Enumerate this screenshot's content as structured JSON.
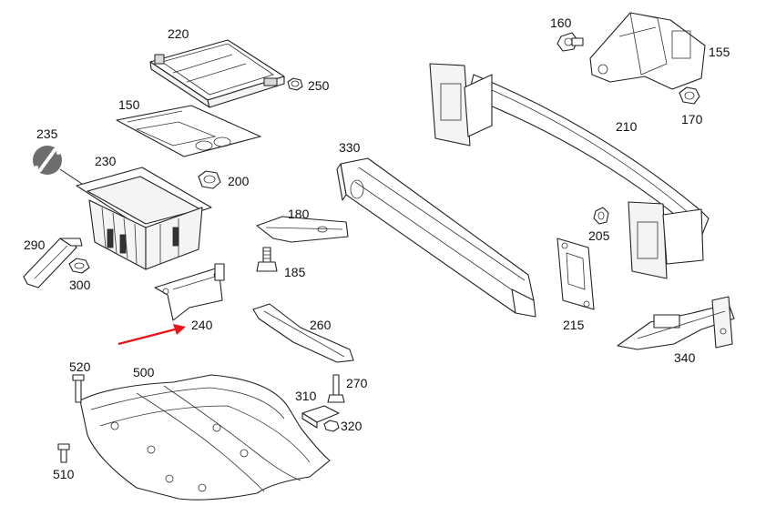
{
  "labels": {
    "p150": "150",
    "p155": "155",
    "p160": "160",
    "p170": "170",
    "p180": "180",
    "p185": "185",
    "p200": "200",
    "p205": "205",
    "p210": "210",
    "p215": "215",
    "p220": "220",
    "p230": "230",
    "p235": "235",
    "p240": "240",
    "p250": "250",
    "p260": "260",
    "p270": "270",
    "p290": "290",
    "p300": "300",
    "p310": "310",
    "p320": "320",
    "p330": "330",
    "p340": "340",
    "p500": "500",
    "p510": "510",
    "p520": "520"
  },
  "colors": {
    "line": "#222222",
    "highlight_arrow": "#e8141b",
    "wrench_icon": "#6e6e6e"
  },
  "icons": {
    "tool": "wrench-icon",
    "pointer": "red-arrow-icon"
  }
}
